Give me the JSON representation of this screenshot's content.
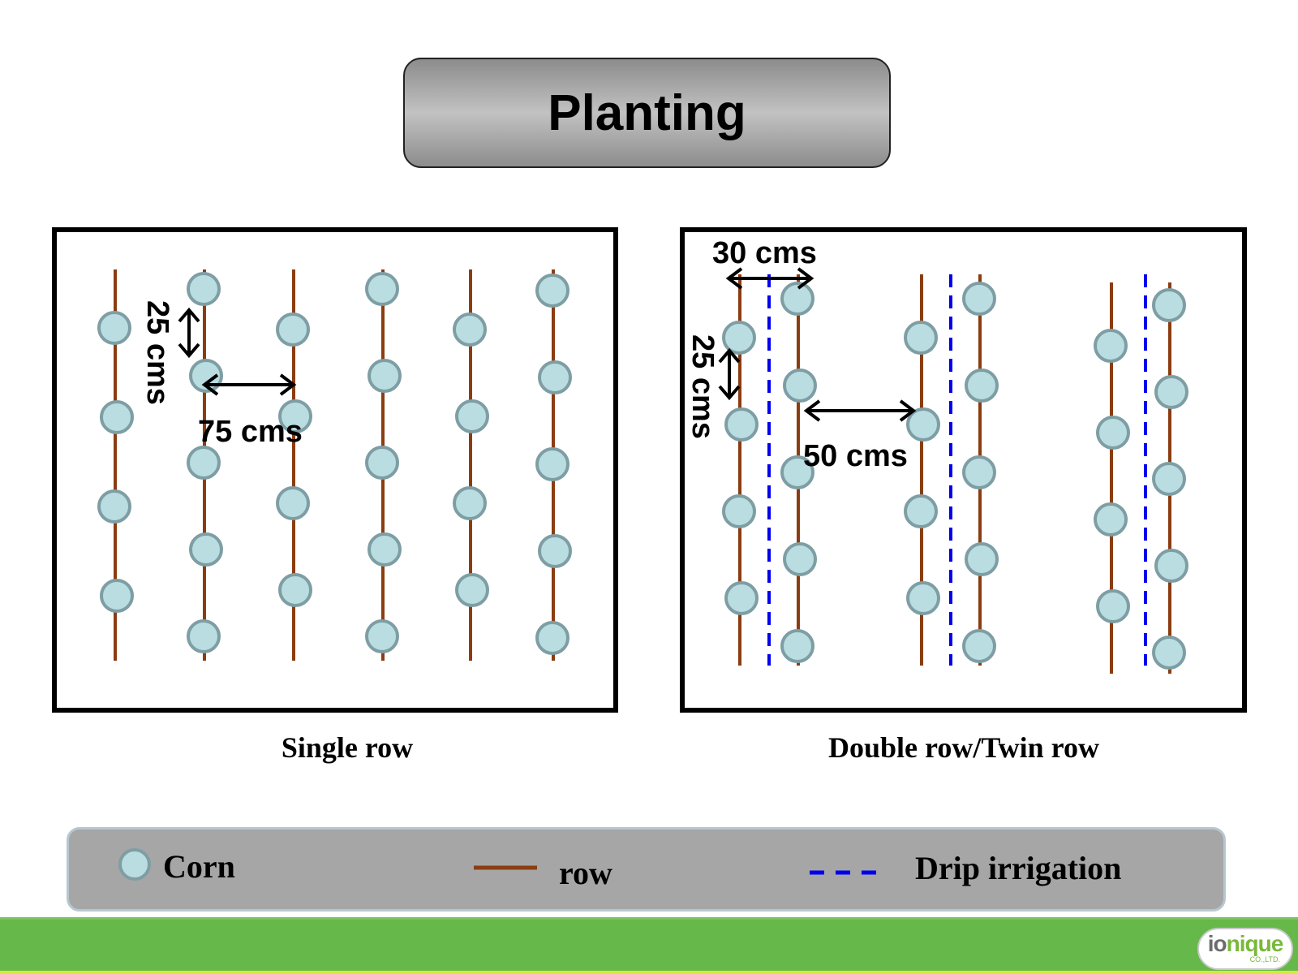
{
  "title": "Planting",
  "colors": {
    "corn_fill": "#b9dde0",
    "corn_stroke": "#7e9ea4",
    "row": "#8b3d12",
    "drip": "#0000ee",
    "legend_bg": "#a6a6a6",
    "footer": "#66b84a"
  },
  "panels": {
    "single": {
      "caption": "Single row",
      "spacing_between_plants": "25 cms",
      "spacing_between_rows": "75 cms",
      "row_count": 6,
      "plants_per_row": [
        4,
        5,
        4,
        5,
        4,
        5
      ]
    },
    "double": {
      "caption": "Double row/Twin row",
      "spacing_within_pair": "30 cms",
      "spacing_between_plants": "25 cms",
      "spacing_between_pairs": "50 cms",
      "row_count": 6,
      "drip_line_count": 3,
      "plants_per_row": [
        4,
        5,
        4,
        5,
        4,
        5
      ]
    }
  },
  "legend": {
    "corn": "Corn",
    "row": "row",
    "drip": "Drip irrigation",
    "corn_icon": "circle",
    "row_icon": "solid-line",
    "drip_icon": "dashed-line"
  },
  "logo": {
    "part_a": "io",
    "part_b": "nique",
    "sub": "CO.,LTD."
  }
}
